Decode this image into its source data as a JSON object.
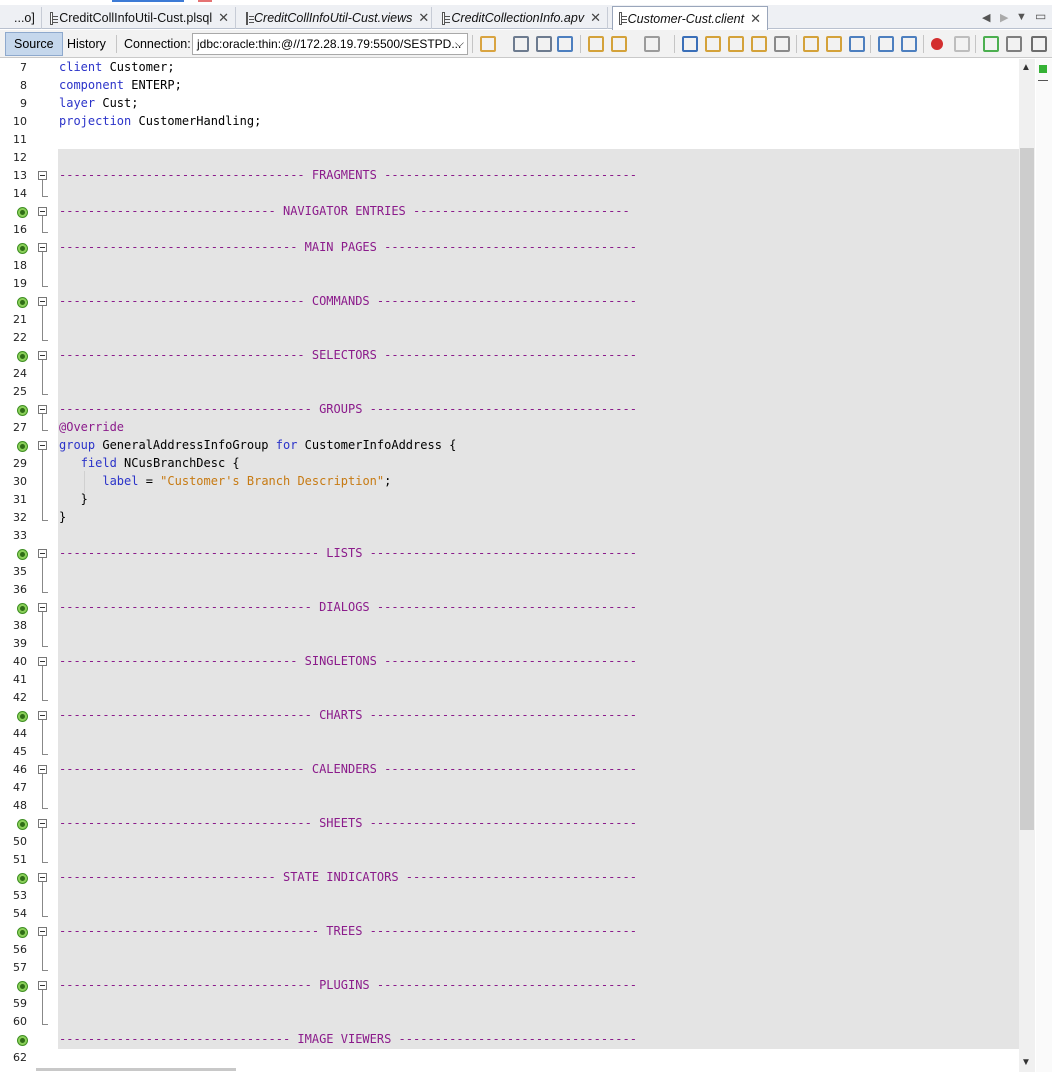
{
  "tabs": [
    {
      "label": "...o]",
      "italic": false,
      "closable": false,
      "active": false
    },
    {
      "label": "CreditCollInfoUtil-Cust.plsql",
      "italic": false,
      "closable": true,
      "active": false
    },
    {
      "label": "CreditCollInfoUtil-Cust.views",
      "italic": true,
      "closable": true,
      "active": false
    },
    {
      "label": "CreditCollectionInfo.apv",
      "italic": true,
      "closable": true,
      "active": false
    },
    {
      "label": "Customer-Cust.client",
      "italic": true,
      "closable": true,
      "active": true
    }
  ],
  "toolbar": {
    "source_label": "Source",
    "history_label": "History",
    "connection_label": "Connection:",
    "connection_value": "jdbc:oracle:thin:@//172.28.19.79:5500/SESTPD..."
  },
  "icons": {
    "close": "✕",
    "dropdown": "⌵",
    "tab_left": "◀",
    "tab_right": "▶",
    "tab_list": "▼",
    "scroll_up": "▲",
    "scroll_down": "▼"
  },
  "colors": {
    "keyword": "#2b33c9",
    "section": "#8b1b8b",
    "string": "#c77a12",
    "marker": "#8bd05a"
  },
  "code_lines": [
    {
      "n": "7",
      "marker": false,
      "fold": false,
      "parts": [
        [
          "kw",
          "client "
        ],
        [
          "ident",
          "Customer"
        ],
        [
          "plain",
          ";"
        ]
      ]
    },
    {
      "n": "8",
      "marker": false,
      "fold": false,
      "parts": [
        [
          "kw",
          "component "
        ],
        [
          "plain",
          "ENTERP;"
        ]
      ]
    },
    {
      "n": "9",
      "marker": false,
      "fold": false,
      "parts": [
        [
          "kw",
          "layer "
        ],
        [
          "plain",
          "Cust;"
        ]
      ]
    },
    {
      "n": "10",
      "marker": false,
      "fold": false,
      "parts": [
        [
          "kw",
          "projection "
        ],
        [
          "plain",
          "CustomerHandling;"
        ]
      ]
    },
    {
      "n": "11",
      "marker": false,
      "fold": false,
      "parts": []
    },
    {
      "n": "12",
      "marker": false,
      "fold": false,
      "parts": []
    },
    {
      "n": "13",
      "marker": false,
      "fold": true,
      "parts": [
        [
          "sec",
          "---------------------------------- FRAGMENTS -----------------------------------"
        ]
      ]
    },
    {
      "n": "14",
      "marker": false,
      "fold": false,
      "parts": []
    },
    {
      "n": "15",
      "marker": true,
      "fold": true,
      "parts": [
        [
          "sec",
          "------------------------------ NAVIGATOR ENTRIES ------------------------------"
        ]
      ]
    },
    {
      "n": "16",
      "marker": false,
      "fold": false,
      "parts": []
    },
    {
      "n": "17",
      "marker": true,
      "fold": true,
      "parts": [
        [
          "sec",
          "--------------------------------- MAIN PAGES -----------------------------------"
        ]
      ]
    },
    {
      "n": "18",
      "marker": false,
      "fold": false,
      "parts": []
    },
    {
      "n": "19",
      "marker": false,
      "fold": false,
      "parts": []
    },
    {
      "n": "20",
      "marker": true,
      "fold": true,
      "parts": [
        [
          "sec",
          "---------------------------------- COMMANDS ------------------------------------"
        ]
      ]
    },
    {
      "n": "21",
      "marker": false,
      "fold": false,
      "parts": []
    },
    {
      "n": "22",
      "marker": false,
      "fold": false,
      "parts": []
    },
    {
      "n": "23",
      "marker": true,
      "fold": true,
      "parts": [
        [
          "sec",
          "---------------------------------- SELECTORS -----------------------------------"
        ]
      ]
    },
    {
      "n": "24",
      "marker": false,
      "fold": false,
      "parts": []
    },
    {
      "n": "25",
      "marker": false,
      "fold": false,
      "parts": []
    },
    {
      "n": "26",
      "marker": true,
      "fold": true,
      "parts": [
        [
          "sec",
          "----------------------------------- GROUPS -------------------------------------"
        ]
      ]
    },
    {
      "n": "27",
      "marker": false,
      "fold": false,
      "parts": [
        [
          "ann",
          "@Override"
        ]
      ]
    },
    {
      "n": "28",
      "marker": true,
      "fold": true,
      "parts": [
        [
          "kw",
          "group "
        ],
        [
          "plain",
          "GeneralAddressInfoGroup "
        ],
        [
          "kw",
          "for "
        ],
        [
          "plain",
          "CustomerInfoAddress {"
        ]
      ]
    },
    {
      "n": "29",
      "marker": false,
      "fold": false,
      "parts": [
        [
          "plain",
          "   "
        ],
        [
          "kw",
          "field "
        ],
        [
          "plain",
          "NCusBranchDesc {"
        ]
      ]
    },
    {
      "n": "30",
      "marker": false,
      "fold": false,
      "parts": [
        [
          "plain",
          "      "
        ],
        [
          "kw",
          "label "
        ],
        [
          "plain",
          "= "
        ],
        [
          "str",
          "\"Customer's Branch Description\""
        ],
        [
          "plain",
          ";"
        ]
      ]
    },
    {
      "n": "31",
      "marker": false,
      "fold": false,
      "parts": [
        [
          "plain",
          "   }"
        ]
      ]
    },
    {
      "n": "32",
      "marker": false,
      "fold": false,
      "parts": [
        [
          "plain",
          "}"
        ]
      ]
    },
    {
      "n": "33",
      "marker": false,
      "fold": false,
      "parts": []
    },
    {
      "n": "34",
      "marker": true,
      "fold": true,
      "parts": [
        [
          "sec",
          "------------------------------------ LISTS -------------------------------------"
        ]
      ]
    },
    {
      "n": "35",
      "marker": false,
      "fold": false,
      "parts": []
    },
    {
      "n": "36",
      "marker": false,
      "fold": false,
      "parts": []
    },
    {
      "n": "37",
      "marker": true,
      "fold": true,
      "parts": [
        [
          "sec",
          "----------------------------------- DIALOGS ------------------------------------"
        ]
      ]
    },
    {
      "n": "38",
      "marker": false,
      "fold": false,
      "parts": []
    },
    {
      "n": "39",
      "marker": false,
      "fold": false,
      "parts": []
    },
    {
      "n": "40",
      "marker": false,
      "fold": true,
      "parts": [
        [
          "sec",
          "--------------------------------- SINGLETONS -----------------------------------"
        ]
      ]
    },
    {
      "n": "41",
      "marker": false,
      "fold": false,
      "parts": []
    },
    {
      "n": "42",
      "marker": false,
      "fold": false,
      "parts": []
    },
    {
      "n": "43",
      "marker": true,
      "fold": true,
      "parts": [
        [
          "sec",
          "----------------------------------- CHARTS -------------------------------------"
        ]
      ]
    },
    {
      "n": "44",
      "marker": false,
      "fold": false,
      "parts": []
    },
    {
      "n": "45",
      "marker": false,
      "fold": false,
      "parts": []
    },
    {
      "n": "46",
      "marker": false,
      "fold": true,
      "parts": [
        [
          "sec",
          "---------------------------------- CALENDERS -----------------------------------"
        ]
      ]
    },
    {
      "n": "47",
      "marker": false,
      "fold": false,
      "parts": []
    },
    {
      "n": "48",
      "marker": false,
      "fold": false,
      "parts": []
    },
    {
      "n": "49",
      "marker": true,
      "fold": true,
      "parts": [
        [
          "sec",
          "----------------------------------- SHEETS -------------------------------------"
        ]
      ]
    },
    {
      "n": "50",
      "marker": false,
      "fold": false,
      "parts": []
    },
    {
      "n": "51",
      "marker": false,
      "fold": false,
      "parts": []
    },
    {
      "n": "52",
      "marker": true,
      "fold": true,
      "parts": [
        [
          "sec",
          "------------------------------ STATE INDICATORS --------------------------------"
        ]
      ]
    },
    {
      "n": "53",
      "marker": false,
      "fold": false,
      "parts": []
    },
    {
      "n": "54",
      "marker": false,
      "fold": false,
      "parts": []
    },
    {
      "n": "55",
      "marker": true,
      "fold": true,
      "parts": [
        [
          "sec",
          "------------------------------------ TREES -------------------------------------"
        ]
      ]
    },
    {
      "n": "56",
      "marker": false,
      "fold": false,
      "parts": []
    },
    {
      "n": "57",
      "marker": false,
      "fold": false,
      "parts": []
    },
    {
      "n": "58",
      "marker": true,
      "fold": true,
      "parts": [
        [
          "sec",
          "----------------------------------- PLUGINS ------------------------------------"
        ]
      ]
    },
    {
      "n": "59",
      "marker": false,
      "fold": false,
      "parts": []
    },
    {
      "n": "60",
      "marker": false,
      "fold": false,
      "parts": []
    },
    {
      "n": "61",
      "marker": true,
      "fold": false,
      "parts": [
        [
          "sec",
          "-------------------------------- IMAGE VIEWERS ---------------------------------"
        ]
      ]
    },
    {
      "n": "62",
      "marker": false,
      "fold": false,
      "parts": []
    }
  ]
}
